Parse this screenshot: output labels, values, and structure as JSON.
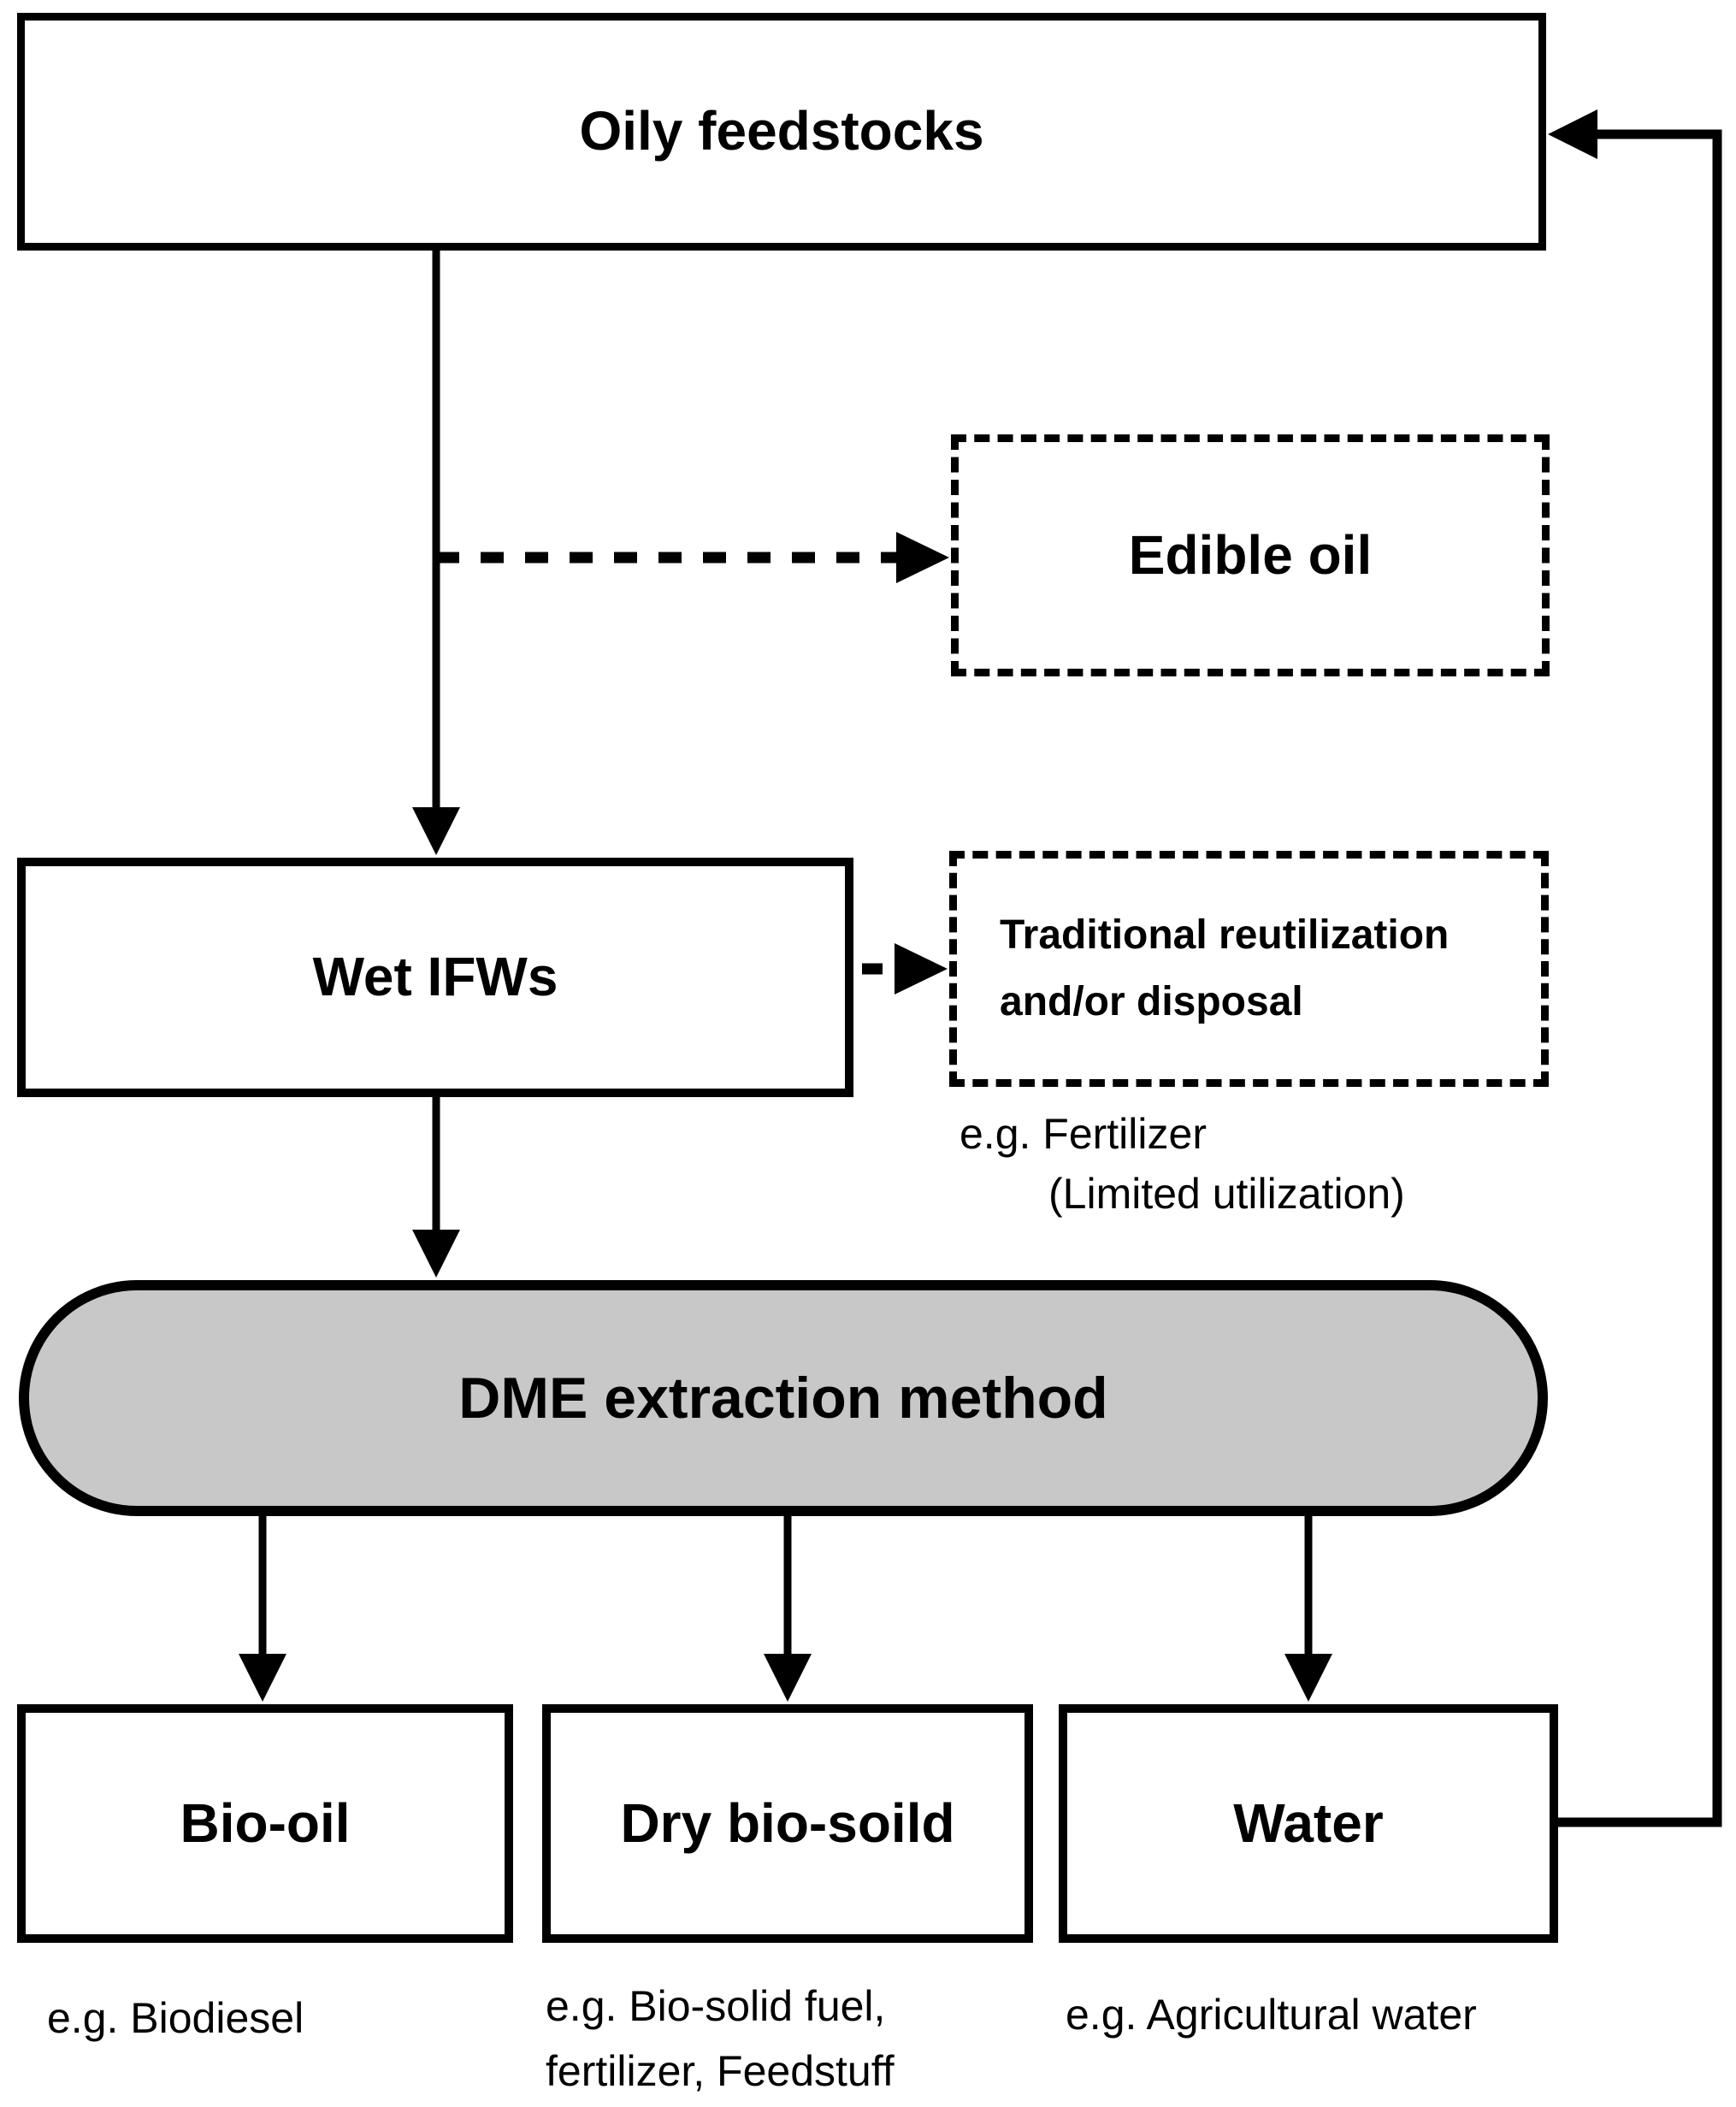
{
  "diagram": {
    "title_hint": "DME extraction method flow diagram",
    "nodes": {
      "oily_feedstocks": {
        "label": "Oily feedstocks",
        "border": "solid"
      },
      "edible_oil": {
        "label": "Edible oil",
        "border": "dashed"
      },
      "wet_ifws": {
        "label": "Wet IFWs",
        "border": "solid"
      },
      "traditional": {
        "label_line1": "Traditional reutilization",
        "label_line2": "and/or disposal",
        "border": "dashed"
      },
      "dme_extraction": {
        "label": "DME extraction method",
        "shape": "stadium",
        "fill": "#c8c8c8"
      },
      "bio_oil": {
        "label": "Bio-oil",
        "border": "solid"
      },
      "dry_bio_solid": {
        "label": "Dry bio-soild",
        "border": "solid"
      },
      "water": {
        "label": "Water",
        "border": "solid"
      }
    },
    "annotations": {
      "fertilizer_line1": "e.g. Fertilizer",
      "fertilizer_line2": "(Limited utilization)",
      "biodiesel": "e.g. Biodiesel",
      "bio_solid_line1": "e.g. Bio-solid fuel,",
      "bio_solid_line2": "fertilizer, Feedstuff",
      "agricultural_water": "e.g. Agricultural water"
    },
    "edges": {
      "oily_to_wet": {
        "from": "oily_feedstocks",
        "to": "wet_ifws",
        "style": "solid-arrow"
      },
      "oily_branch_to_edible": {
        "from": "oily_to_wet line",
        "to": "edible_oil",
        "style": "dashed-arrow"
      },
      "wet_to_traditional": {
        "from": "wet_ifws",
        "to": "traditional",
        "style": "dashed-arrow"
      },
      "wet_to_dme": {
        "from": "wet_ifws",
        "to": "dme_extraction",
        "style": "solid-arrow"
      },
      "dme_to_bio_oil": {
        "from": "dme_extraction",
        "to": "bio_oil",
        "style": "solid-arrow"
      },
      "dme_to_dry_bio_solid": {
        "from": "dme_extraction",
        "to": "dry_bio_solid",
        "style": "solid-arrow"
      },
      "dme_to_water": {
        "from": "dme_extraction",
        "to": "water",
        "style": "solid-arrow"
      },
      "water_feedback_to_oily": {
        "from": "water",
        "to": "oily_feedstocks",
        "style": "solid-arrow-elbow"
      }
    },
    "colors": {
      "line": "#000000",
      "text": "#000000",
      "stadium_fill": "#c8c8c8",
      "background": "#ffffff"
    }
  }
}
